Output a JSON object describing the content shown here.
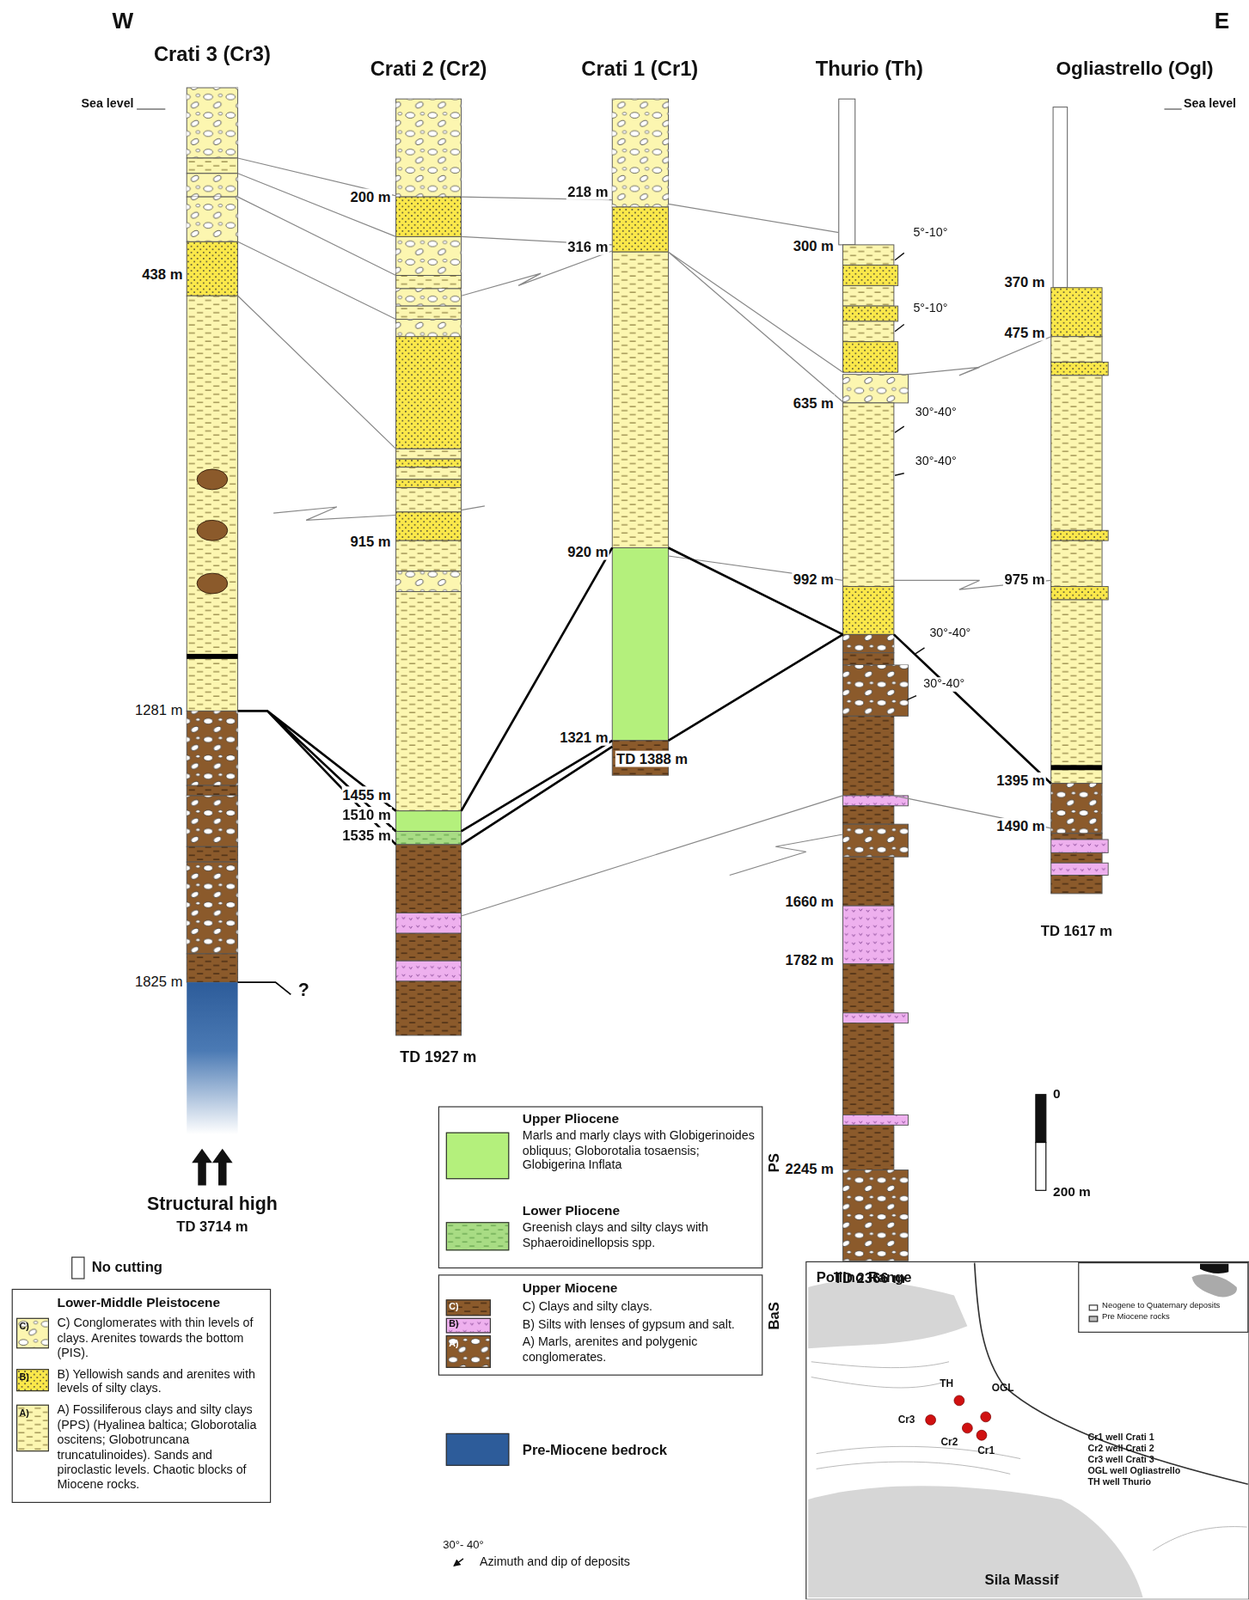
{
  "diagram": {
    "labels": [
      "W",
      "E",
      "Crati 3 (Cr3)",
      "Crati 2 (Cr2)",
      "Crati 1 (Cr1)",
      "Thurio (Th)",
      "Ogliastrello (Ogl)",
      "Sea level",
      "Sea level",
      "200 m",
      "218 m",
      "316 m",
      "300 m",
      "5°-10°",
      "5°-10°",
      "438 m",
      "370 m",
      "475 m",
      "635 m",
      "30°-40°",
      "30°-40°",
      "915 m",
      "920 m",
      "992 m",
      "975 m",
      "30°-40°",
      "30°-40°",
      "1281 m",
      "1321 m",
      "TD 1388 m",
      "1455 m",
      "1510 m",
      "1535 m",
      "1395 m",
      "1490 m",
      "1660 m",
      "1782 m",
      "1825 m",
      "?",
      "TD 1927 m",
      "0",
      "200 m",
      "2245 m",
      "PS",
      "BaS",
      "Structural high",
      "TD 3714 m",
      "TD 2366 m",
      "TD 1617 m",
      "Lower-Middle Pleistocene",
      "C)",
      "B)",
      "A)",
      "Upper Pliocene",
      "Lower Pliocene",
      "Upper Miocene",
      "C)",
      "B)",
      "A)",
      "30°- 40°",
      "Pollino Range",
      "Sila Massif",
      "TH",
      "Cr3",
      "Cr2",
      "Cr1",
      "OGL",
      "Cr1 well Crati 1",
      "Cr2 well Crati 2",
      "Cr3 well Crati 3",
      "OGL well Ogliastrello",
      "TH well Thurio"
    ],
    "legend": [
      {
        "text": "No cutting",
        "color": "#ffffff"
      },
      {
        "text": "C) Conglomerates with thin levels of clays. Arenites towards the bottom (PIS).",
        "color": "#fcf6b0"
      },
      {
        "text": "B) Yellowish sands and arenites with levels of silty clays.",
        "color": "#fbe84a"
      },
      {
        "text": "A) Fossiliferous clays and silty clays (PPS) (Hyalinea baltica; Globorotalia oscitens; Globotruncana truncatulinoides). Sands and piroclastic levels. Chaotic blocks of Miocene rocks.",
        "color": "#fcf6b0"
      },
      {
        "text": "Marls and marly clays with Globigerinoides obliquus; Globorotalia tosaensis; Globigerina Inflata",
        "color": "#b4f07c"
      },
      {
        "text": "Greenish clays and silty clays with Sphaeroidinellopsis spp.",
        "color": "#a8dc84"
      },
      {
        "text": "C) Clays and silty clays.",
        "color": "#8b5a2b"
      },
      {
        "text": "B) Silts with lenses of gypsum and salt.",
        "color": "#eeb0ee"
      },
      {
        "text": "A) Marls, arenites and polygenic conglomerates.",
        "color": "#8b5a2b"
      },
      {
        "text": "Pre-Miocene bedrock",
        "color": "#2d5c9a"
      },
      {
        "text": "Azimuth and dip of deposits"
      },
      {
        "text": "Neogene to Quaternary deposits",
        "color": "#ffffff"
      },
      {
        "text": "Pre Miocene rocks",
        "color": "#bbbbbb"
      }
    ]
  }
}
